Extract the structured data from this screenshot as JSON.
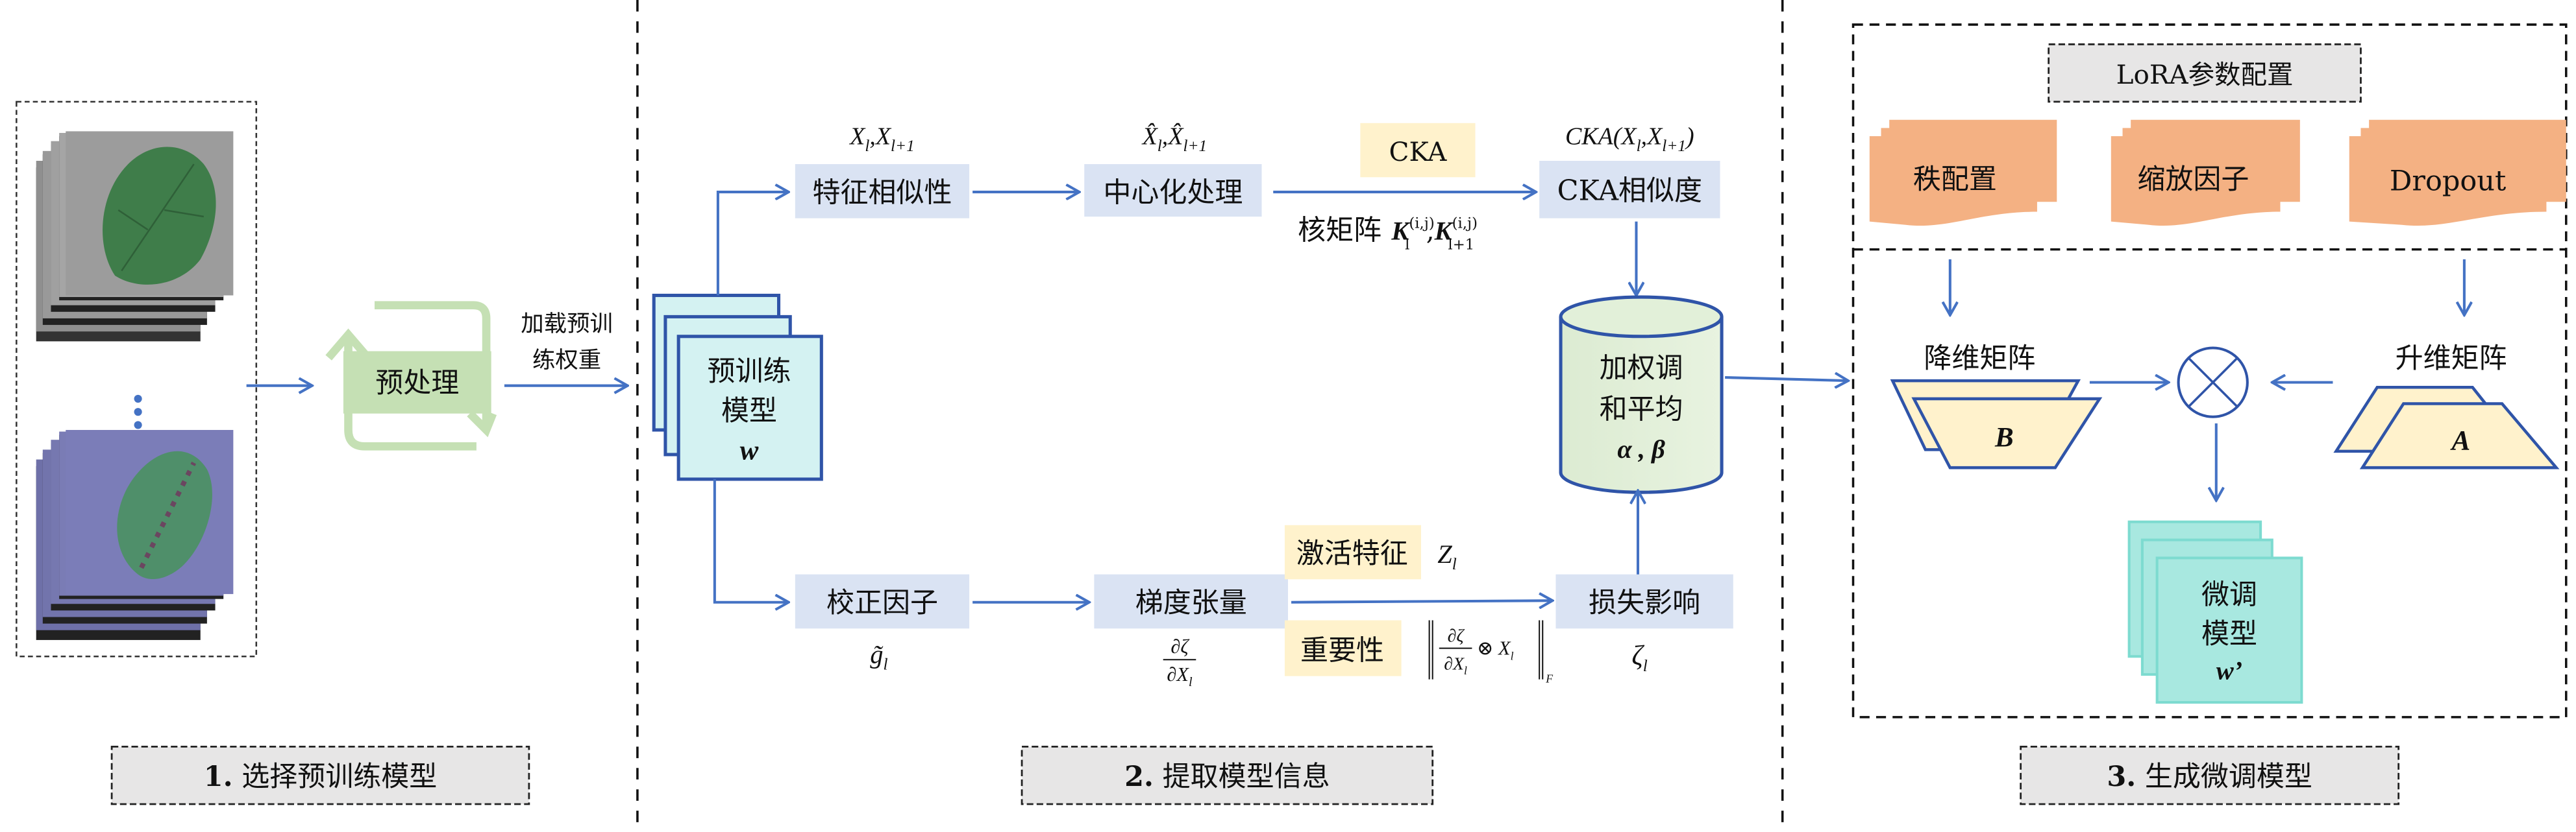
{
  "colors": {
    "arrow": "#4472c4",
    "process_box": "#dae3f3",
    "highlight_box": "#fff2cc",
    "preprocess": "#c5e0b4",
    "cylinder": "#e2f0d9",
    "model": "#d4f2f2",
    "lora_param": "#f4b183",
    "finetuned": "#a8e8e0"
  },
  "section1": {
    "label_num": "1.",
    "label": "选择预训练模型",
    "preprocess": "预处理",
    "load_weights_line1": "加载预训",
    "load_weights_line2": "练权重"
  },
  "section2": {
    "label_num": "2.",
    "label": "提取模型信息",
    "model_line1": "预训练",
    "model_line2": "模型",
    "model_symbol": "w",
    "feature_similarity": "特征相似性",
    "feature_vars": {
      "x": "X",
      "sub_a": "l",
      "sep": ",",
      "sub_b": "l+1"
    },
    "centering": "中心化处理",
    "centered_vars": {
      "x": "X̂",
      "sub_a": "l",
      "sep": ",",
      "sub_b": "l+1"
    },
    "cka_tag": "CKA",
    "kernel_label": "核矩阵",
    "kernel_vars": {
      "k": "K",
      "sup": "(i,j)",
      "sub_a": "l",
      "sep": ",",
      "sub_b": "l+1"
    },
    "cka_similarity": "CKA相似度",
    "cka_formula": {
      "prefix": "CKA(X",
      "sub_a": "l",
      "mid": ",X",
      "sub_b": "l+1",
      "suffix": ")"
    },
    "weighted_line1": "加权调",
    "weighted_line2": "和平均",
    "weighted_symbols": "α , β",
    "correction_factor": "校正因子",
    "correction_symbol": {
      "g": "g̃",
      "sub": "l"
    },
    "gradient_tensor": "梯度张量",
    "gradient_formula": {
      "num": "∂ζ",
      "den": "∂X",
      "den_sub": "l"
    },
    "activation_tag": "激活特征",
    "activation_symbol": {
      "z": "Z",
      "sub": "l"
    },
    "importance_tag": "重要性",
    "importance_formula": {
      "num": "∂ζ",
      "den": "∂X",
      "den_sub": "l",
      "op": "⊗ X",
      "op_sub": "l",
      "norm_sub": "F"
    },
    "loss_impact": "损失影响",
    "loss_symbol": {
      "z": "ζ",
      "sub": "l"
    }
  },
  "section3": {
    "label_num": "3.",
    "label": "生成微调模型",
    "lora_config": "LoRA参数配置",
    "params": [
      "秩配置",
      "缩放因子",
      "Dropout"
    ],
    "down_proj": "降维矩阵",
    "down_symbol": "B",
    "up_proj": "升维矩阵",
    "up_symbol": "A",
    "multiply_icon": "circle-times-icon",
    "finetuned_line1": "微调",
    "finetuned_line2": "模型",
    "finetuned_symbol": "w’"
  }
}
